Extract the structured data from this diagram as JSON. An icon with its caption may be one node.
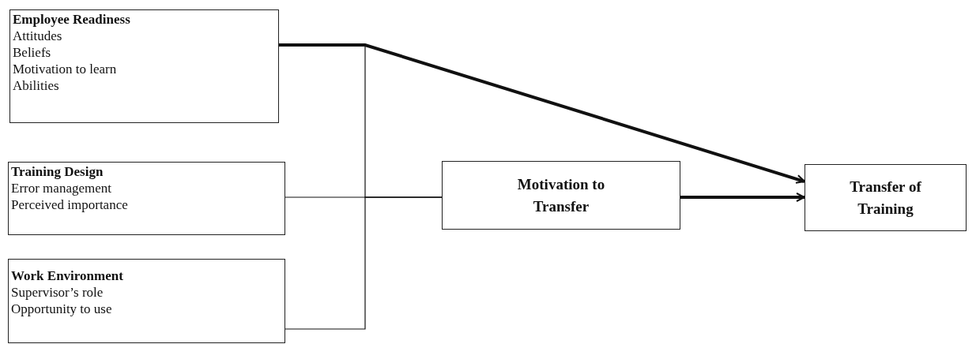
{
  "diagram": {
    "nodes": [
      {
        "text": [
          "Employee Readiness",
          "Attitudes",
          "Beliefs",
          "Motivation to learn",
          "Abilities"
        ]
      },
      {
        "text": [
          "Training Design",
          "Error management",
          "Perceived importance"
        ]
      },
      {
        "text": [
          "Work Environment",
          "Supervisor’s role",
          "Opportunity to use"
        ]
      },
      {
        "text": [
          "Motivation to Transfer"
        ]
      },
      {
        "text": [
          "Transfer of Training"
        ]
      }
    ],
    "edges": [
      {
        "from": 0,
        "to": 4,
        "arrow": "to",
        "style": "thick"
      },
      {
        "from": 0,
        "to": 3,
        "arrow": "none"
      },
      {
        "from": 1,
        "to": 3,
        "arrow": "none"
      },
      {
        "from": 2,
        "to": 3,
        "arrow": "none"
      },
      {
        "from": 3,
        "to": 4,
        "arrow": "to",
        "style": "thick"
      }
    ]
  }
}
